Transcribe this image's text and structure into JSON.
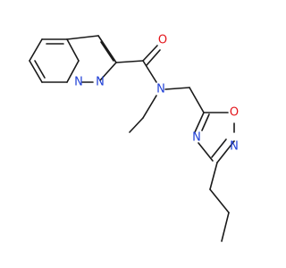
{
  "molecule": {
    "atoms": {
      "n_bridge": {
        "symbol": "N",
        "color": "#1f3fd6"
      },
      "n_pyrazole": {
        "symbol": "N",
        "color": "#1f3fd6"
      },
      "o_carbonyl": {
        "symbol": "O",
        "color": "#e3141a"
      },
      "n_amide": {
        "symbol": "N",
        "color": "#1f3fd6"
      },
      "o_oxadiazole": {
        "symbol": "O",
        "color": "#e3141a"
      },
      "n_oxadiazole_2": {
        "symbol": "N",
        "color": "#1f3fd6"
      },
      "n_oxadiazole_4": {
        "symbol": "N",
        "color": "#1f3fd6"
      }
    }
  }
}
